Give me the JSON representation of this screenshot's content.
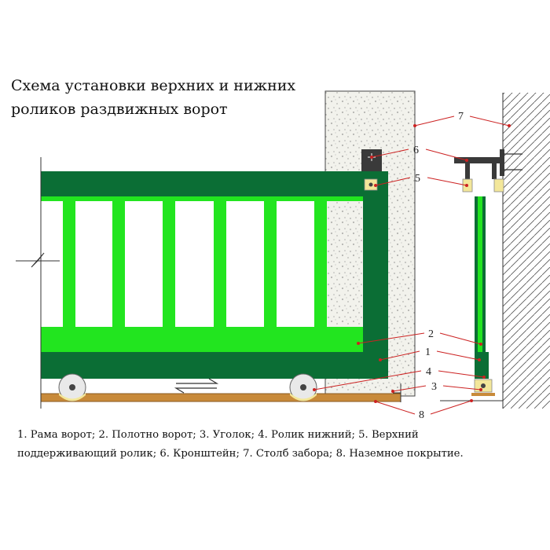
{
  "title": {
    "line1": "Схема установки верхних и нижних",
    "line2": "роликов раздвижных ворот"
  },
  "callouts": [
    "1",
    "2",
    "3",
    "4",
    "5",
    "6",
    "7",
    "8"
  ],
  "legend": {
    "line1": "1. Рама ворот; 2. Полотно ворот; 3. Уголок; 4. Ролик нижний; 5. Верхний",
    "line2": "поддерживающий ролик; 6. Кронштейн; 7. Столб забора; 8. Наземное покрытие."
  },
  "colors": {
    "frame": "#0b6e35",
    "panel": "#22e51f",
    "ground": "#c88a3a",
    "roller": "#f3e79a",
    "pillar": "#f0f0ea",
    "bracket": "#3a3a3a",
    "leader": "#cc2222"
  },
  "icons": [
    "double-arrow-icon",
    "break-line-icon"
  ]
}
